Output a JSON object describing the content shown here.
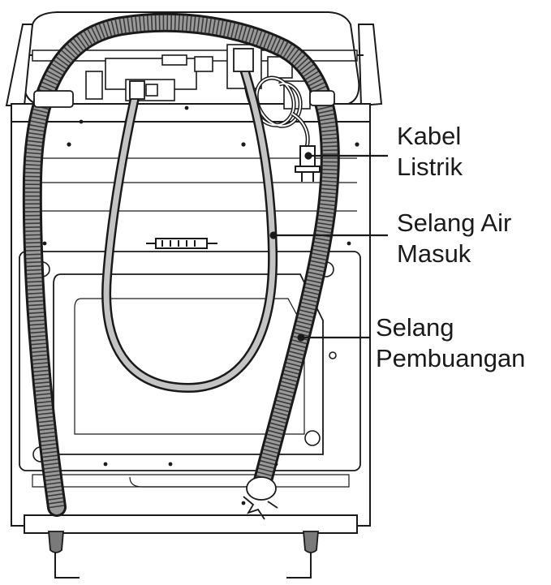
{
  "labels": {
    "power_cable": [
      "Kabel",
      "Listrik"
    ],
    "inlet_hose": [
      "Selang Air",
      "Masuk"
    ],
    "drain_hose": [
      "Selang",
      "Pembuangan"
    ]
  },
  "colors": {
    "stroke": "#1a1a1a",
    "hose_fill": "#9a9a9a",
    "inlet_fill": "#c4c4c4",
    "body_fill": "#ffffff"
  }
}
